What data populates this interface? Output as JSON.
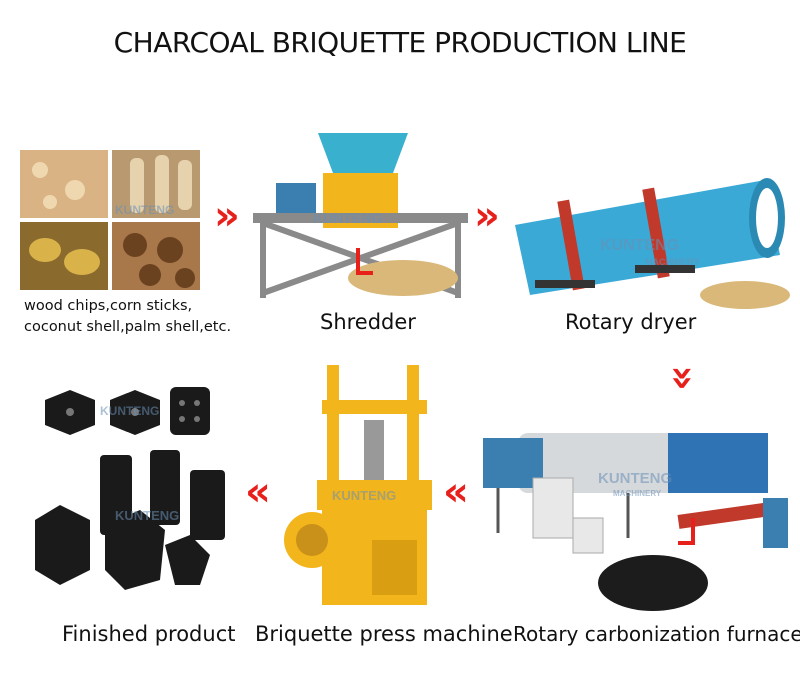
{
  "title": "CHARCOAL BRIQUETTE PRODUCTION LINE",
  "watermark": {
    "brand": "KUNTENG",
    "sub": "MACHINERY"
  },
  "stages": [
    {
      "label_line1": "wood chips,corn sticks,",
      "label_line2": "coconut shell,palm shell,etc."
    },
    {
      "label": "Shredder"
    },
    {
      "label": "Rotary dryer"
    },
    {
      "label": "Rotary carbonization furnace"
    },
    {
      "label": "Briquette press machine"
    },
    {
      "label": "Finished product"
    }
  ],
  "arrows": {
    "right": "»",
    "left": "«",
    "down": "»"
  },
  "colors": {
    "arrow": "#e8201c",
    "dryer": "#3aa9d6",
    "press": "#f2b51b",
    "shredder": "#3ab0cf"
  }
}
